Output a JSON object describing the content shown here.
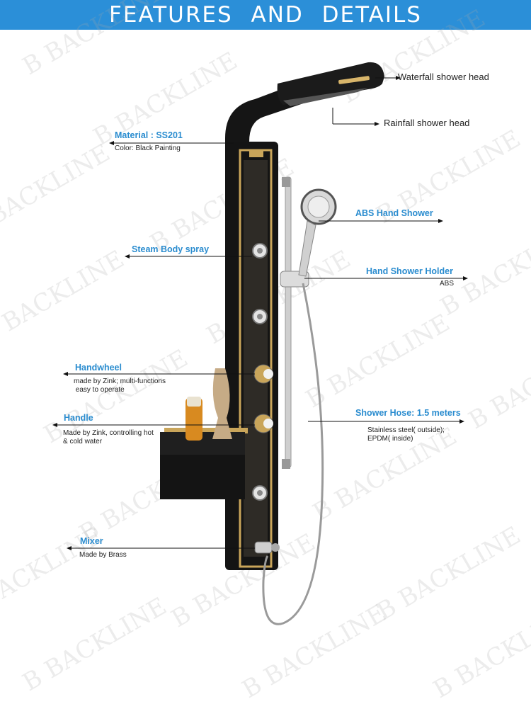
{
  "header": {
    "title": "FEATURES AND DETAILS"
  },
  "watermark": {
    "text": "B BACKLINE"
  },
  "colors": {
    "banner": "#2b8fd8",
    "label": "#2a8ccf",
    "panel": "#141414",
    "trim": "#c9a55a"
  },
  "callouts": {
    "waterfall": {
      "title": "Waterfall shower head"
    },
    "rainfall": {
      "title": "Rainfall shower head"
    },
    "material": {
      "title": "Material : SS201",
      "detail": "Color: Black Painting"
    },
    "hand_shower": {
      "title": "ABS Hand Shower"
    },
    "steam": {
      "title": "Steam Body spray"
    },
    "holder": {
      "title": "Hand Shower Holder",
      "detail": "ABS"
    },
    "handwheel": {
      "title": "Handwheel",
      "detail1": "made by Zink;  multi-functions",
      "detail2": " easy to operate"
    },
    "handle": {
      "title": "Handle",
      "detail1": "Made by Zink, controlling hot",
      "detail2": "& cold water"
    },
    "hose": {
      "title": "Shower Hose: 1.5 meters",
      "detail1": "Stainless steel( outside);",
      "detail2": "EPDM( inside)"
    },
    "mixer": {
      "title": "Mixer",
      "detail": "Made by Brass"
    }
  }
}
